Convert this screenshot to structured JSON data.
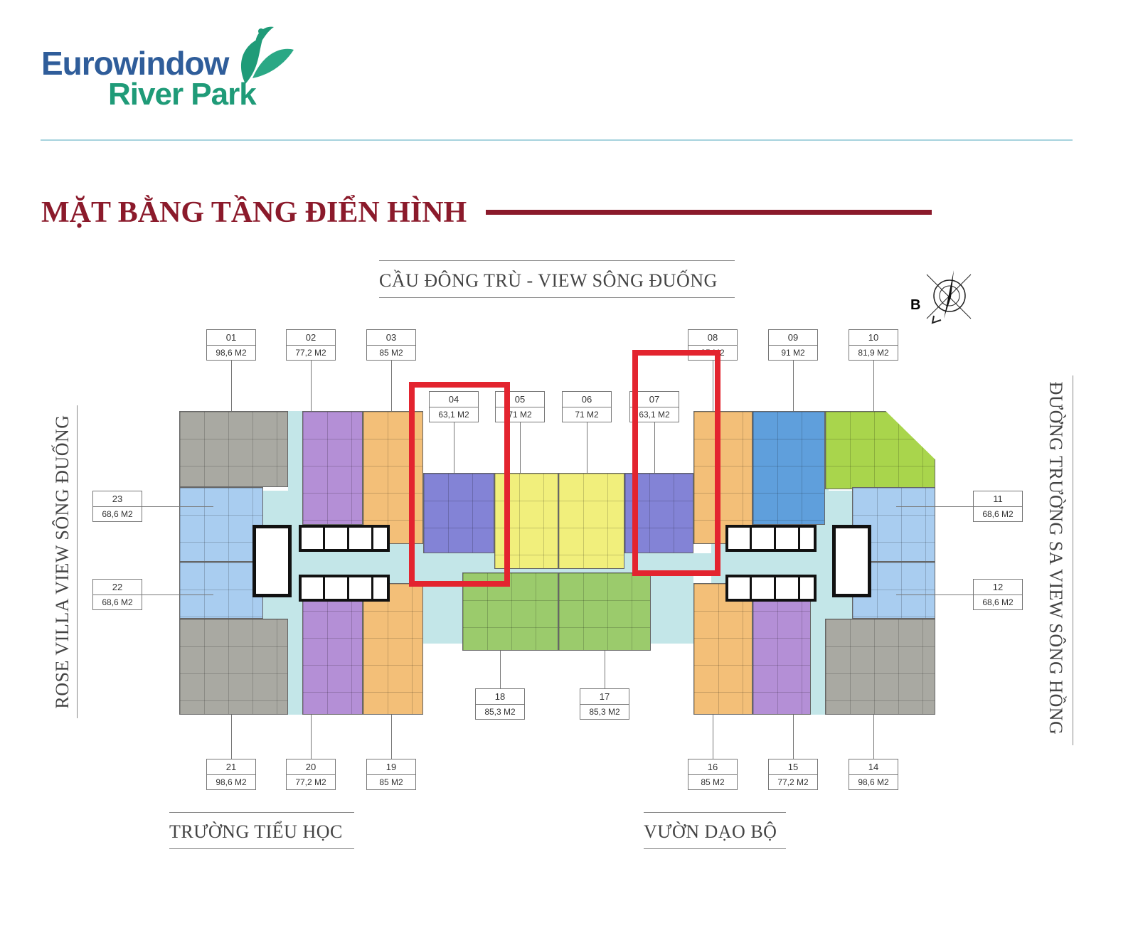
{
  "logo": {
    "line1": "Eurowindow",
    "line2": "River Park",
    "colors": {
      "primary": "#2f5d9a",
      "accent": "#1f9b78"
    }
  },
  "title": "MẶT BẰNG TẦNG ĐIỂN HÌNH",
  "directions": {
    "top": "CẦU ĐÔNG TRÙ - VIEW SÔNG ĐUỐNG",
    "left": "ROSE VILLA VIEW SÔNG ĐUỐNG",
    "right": "ĐƯỜNG TRƯỜNG SA VIEW SÔNG HỒNG",
    "bottom_left": "TRƯỜNG TIỂU HỌC",
    "bottom_right": "VƯỜN DẠO BỘ"
  },
  "compass": {
    "label": "B",
    "icon": "compass-north-arrow"
  },
  "units": [
    {
      "id": "01",
      "area": "98,6 M2",
      "color": "#a9a9a2"
    },
    {
      "id": "02",
      "area": "77,2 M2",
      "color": "#b48fd6"
    },
    {
      "id": "03",
      "area": "85 M2",
      "color": "#f3bf78"
    },
    {
      "id": "04",
      "area": "63,1 M2",
      "color": "#8383d6"
    },
    {
      "id": "05",
      "area": "71 M2",
      "color": "#f1ef7c"
    },
    {
      "id": "06",
      "area": "71 M2",
      "color": "#f1ef7c"
    },
    {
      "id": "07",
      "area": "63,1 M2",
      "color": "#8383d6"
    },
    {
      "id": "08",
      "area": "85 M2",
      "color": "#f3bf78"
    },
    {
      "id": "09",
      "area": "91 M2",
      "color": "#5f9fdc"
    },
    {
      "id": "10",
      "area": "81,9 M2",
      "color": "#a9d54c"
    },
    {
      "id": "11",
      "area": "68,6 M2",
      "color": "#a9cdf0"
    },
    {
      "id": "12",
      "area": "68,6 M2",
      "color": "#a9cdf0"
    },
    {
      "id": "14",
      "area": "98,6 M2",
      "color": "#a9a9a2"
    },
    {
      "id": "15",
      "area": "77,2 M2",
      "color": "#b48fd6"
    },
    {
      "id": "16",
      "area": "85 M2",
      "color": "#f3bf78"
    },
    {
      "id": "17",
      "area": "85,3 M2",
      "color": "#9bcb6c"
    },
    {
      "id": "18",
      "area": "85,3 M2",
      "color": "#9bcb6c"
    },
    {
      "id": "19",
      "area": "85 M2",
      "color": "#f3bf78"
    },
    {
      "id": "20",
      "area": "77,2 M2",
      "color": "#b48fd6"
    },
    {
      "id": "21",
      "area": "98,6 M2",
      "color": "#a9a9a2"
    },
    {
      "id": "22",
      "area": "68,6 M2",
      "color": "#a9cdf0"
    },
    {
      "id": "23",
      "area": "68,6 M2",
      "color": "#a9cdf0"
    }
  ],
  "highlighted_units": [
    "04",
    "07"
  ],
  "highlight_color": "#e3242f"
}
